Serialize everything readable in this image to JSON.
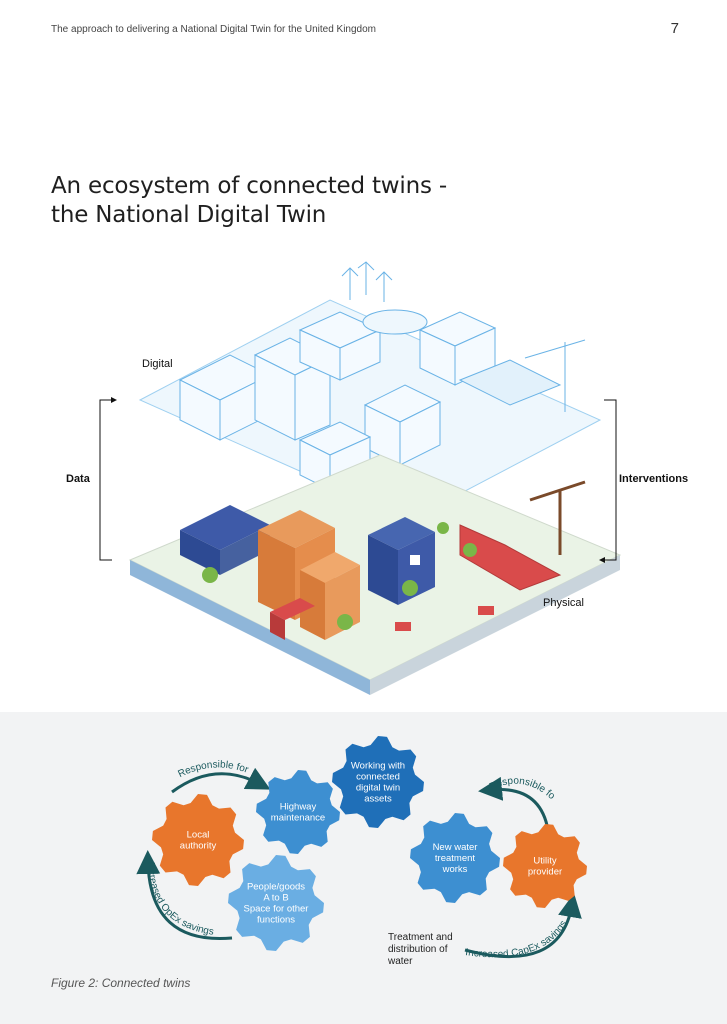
{
  "header": {
    "running_title": "The approach to delivering a National Digital Twin for the United Kingdom",
    "page_number": "7"
  },
  "section": {
    "title_line1": "An ecosystem of connected twins -",
    "title_line2": "the National Digital Twin"
  },
  "illustration": {
    "label_digital": "Digital",
    "label_physical": "Physical",
    "label_data": "Data",
    "label_interventions": "Interventions"
  },
  "diagram": {
    "gears": [
      {
        "id": "local-authority",
        "lines": [
          "Local",
          "authority"
        ],
        "color": "#e8762c"
      },
      {
        "id": "highway",
        "lines": [
          "Highway",
          "maintenance"
        ],
        "color": "#3d8fd1"
      },
      {
        "id": "connected",
        "lines": [
          "Working with",
          "connected",
          "digital twin",
          "assets"
        ],
        "color": "#1f6fb8"
      },
      {
        "id": "people",
        "lines": [
          "People/goods",
          "A to B",
          "Space for other",
          "functions"
        ],
        "color": "#6aaee3"
      },
      {
        "id": "water-works",
        "lines": [
          "New water",
          "treatment",
          "works"
        ],
        "color": "#3d8fd1"
      },
      {
        "id": "utility",
        "lines": [
          "Utility",
          "provider"
        ],
        "color": "#e8762c"
      }
    ],
    "arrow_labels": {
      "responsible_left": "Responsible for",
      "responsible_right": "Responsible for",
      "opex": "Increased OpEx savings",
      "capex": "Increased CapEx savings"
    },
    "treatment_lines": [
      "Treatment and",
      "distribution of",
      "water"
    ],
    "arrow_color": "#1b5a5e"
  },
  "caption": "Figure 2: Connected twins"
}
